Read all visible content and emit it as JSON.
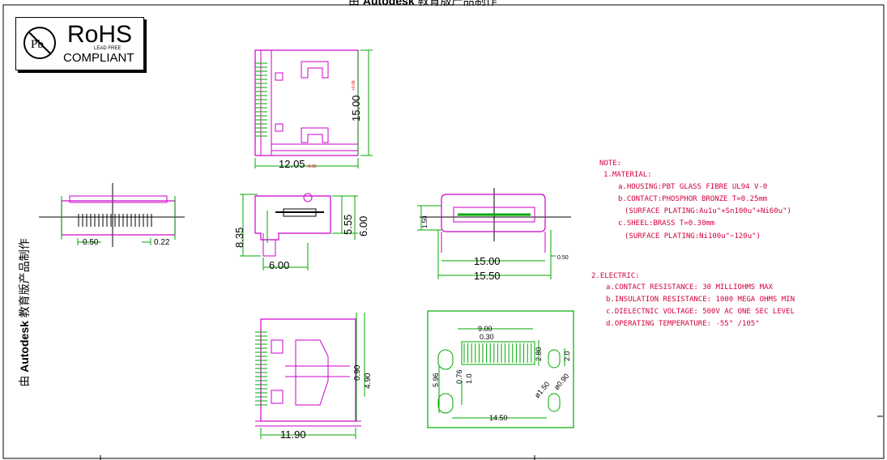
{
  "watermark": {
    "prefix": "由",
    "brand": "Autodesk",
    "suffix": "教育版产品制作"
  },
  "rohs": {
    "title": "RoHS",
    "sub": "LEAD FREE",
    "compliant": "COMPLIANT",
    "icon": "lead-free-pb-icon"
  },
  "dimensions": {
    "top_width": "12.05",
    "top_height": "15.00",
    "front_pitch": "0.50",
    "front_pin": "0.22",
    "side_height": "8.35",
    "side_h2": "5.55",
    "side_h3": "6.00",
    "side_width": "6.00",
    "end_small": "1.50",
    "end_w1": "15.00",
    "end_w2": "15.50",
    "end_gap": "0.50",
    "bottom_h1": "0.90",
    "bottom_h2": "4.90",
    "bottom_width": "11.90"
  },
  "footprint": {
    "w9": "9.00",
    "p030": "0.30",
    "d280": "2.80",
    "d20": "2.0",
    "d596": "5.96",
    "d076": "0.76",
    "d10": "1.0",
    "d150": "ø1.50",
    "d090": "ø0.90",
    "w1450": "14.50"
  },
  "colors": {
    "outline": "#cc00cc",
    "dimension": "#00aa00",
    "note": "#d4003c",
    "centerline": "#000000"
  },
  "notes": [
    "NOTE:",
    "1.MATERIAL:",
    "a.HOUSING:PBT GLASS FIBRE UL94 V-0",
    "b.CONTACT:PHOSPHOR BRONZE T=0.25mm",
    "(SURFACE PLATING:Au1u\"+Sn100u\"+Ni60u\")",
    "c.SHEEL:BRASS T=0.30mm",
    "(SURFACE PLATING:Ni100u\"~120u\")",
    "2.ELECTRIC:",
    "a.CONTACT RESISTANCE: 30 MILLIOHMS MAX",
    "b.INSULATION RESISTANCE: 1000 MEGA OHMS MIN",
    "c.DIELECTNIC VOLTAGE: 500V AC ONE SEC LEVEL",
    "d.OPERATING TEMPERATURE: -55° /105°"
  ]
}
